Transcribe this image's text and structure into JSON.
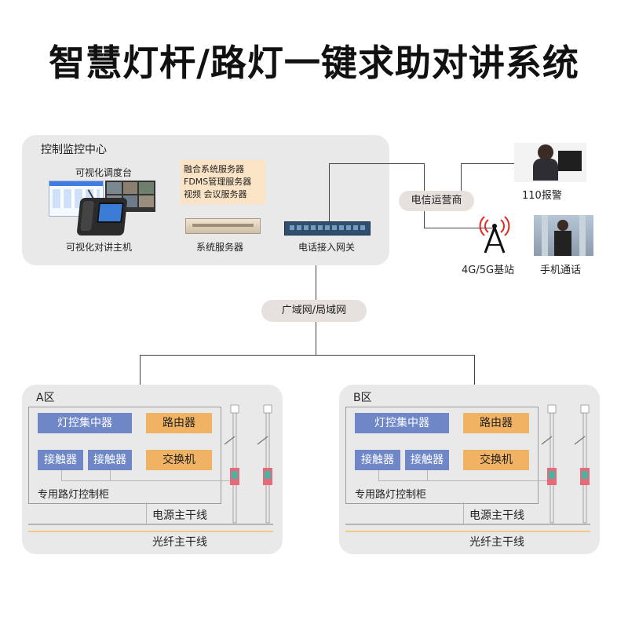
{
  "title": "智慧灯杆/路灯一键求助对讲系统",
  "control_center": {
    "label": "控制监控中心",
    "dispatch_label": "可视化调度台",
    "intercom_host_label": "可视化对讲主机",
    "servers_list": [
      "融合系统服务器",
      "FDMS管理服务器",
      "视频 会议服务器"
    ],
    "system_server_label": "系统服务器",
    "gateway_label": "电话接入网关"
  },
  "telecom": {
    "operator_label": "电信运营商",
    "police_label": "110报警",
    "base_station_label": "4G/5G基站",
    "mobile_label": "手机通话"
  },
  "network_label": "广域网/局域网",
  "zones": [
    {
      "name": "A区",
      "concentrator": "灯控集中器",
      "router": "路由器",
      "contactor1": "接触器",
      "contactor2": "接触器",
      "switch": "交换机",
      "cabinet": "专用路灯控制柜",
      "power_trunk": "电源主干线",
      "fiber_trunk": "光纤主干线"
    },
    {
      "name": "B区",
      "concentrator": "灯控集中器",
      "router": "路由器",
      "contactor1": "接触器",
      "contactor2": "接触器",
      "switch": "交换机",
      "cabinet": "专用路灯控制柜",
      "power_trunk": "电源主干线",
      "fiber_trunk": "光纤主干线"
    }
  ],
  "colors": {
    "panel": "#e9e9e9",
    "blue_box": "#6f87c7",
    "orange_box": "#f0b363",
    "server_note_bg": "#fbe3c6",
    "pill": "#e6e1dd"
  }
}
